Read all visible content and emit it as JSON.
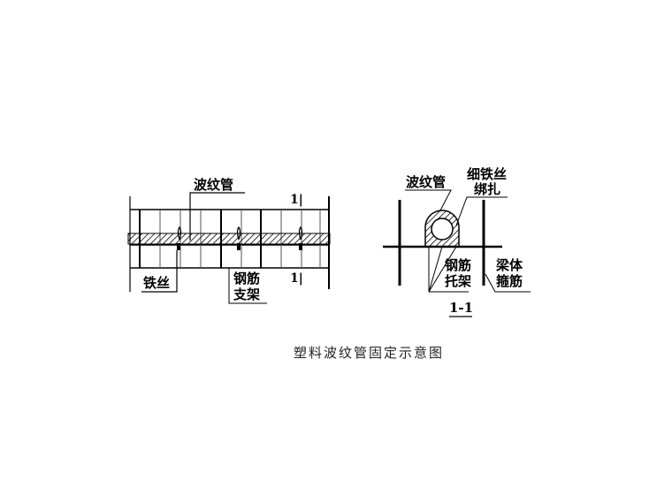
{
  "diagram": {
    "caption": "塑料波纹管固定示意图",
    "elevation": {
      "labels": {
        "pipe": "波纹管",
        "wire": "铁丝",
        "support_line1": "钢筋",
        "support_line2": "支架",
        "section_mark_top": "1|",
        "section_mark_bottom": "1|"
      }
    },
    "section": {
      "title": "1-1",
      "labels": {
        "pipe": "波纹管",
        "tie_line1": "细铁丝",
        "tie_line2": "绑扎",
        "support_line1": "钢筋",
        "support_line2": "托架",
        "stirrup_line1": "梁体",
        "stirrup_line2": "箍筋"
      }
    },
    "colors": {
      "line": "#000000",
      "background": "#ffffff",
      "caption": "#222222"
    }
  }
}
